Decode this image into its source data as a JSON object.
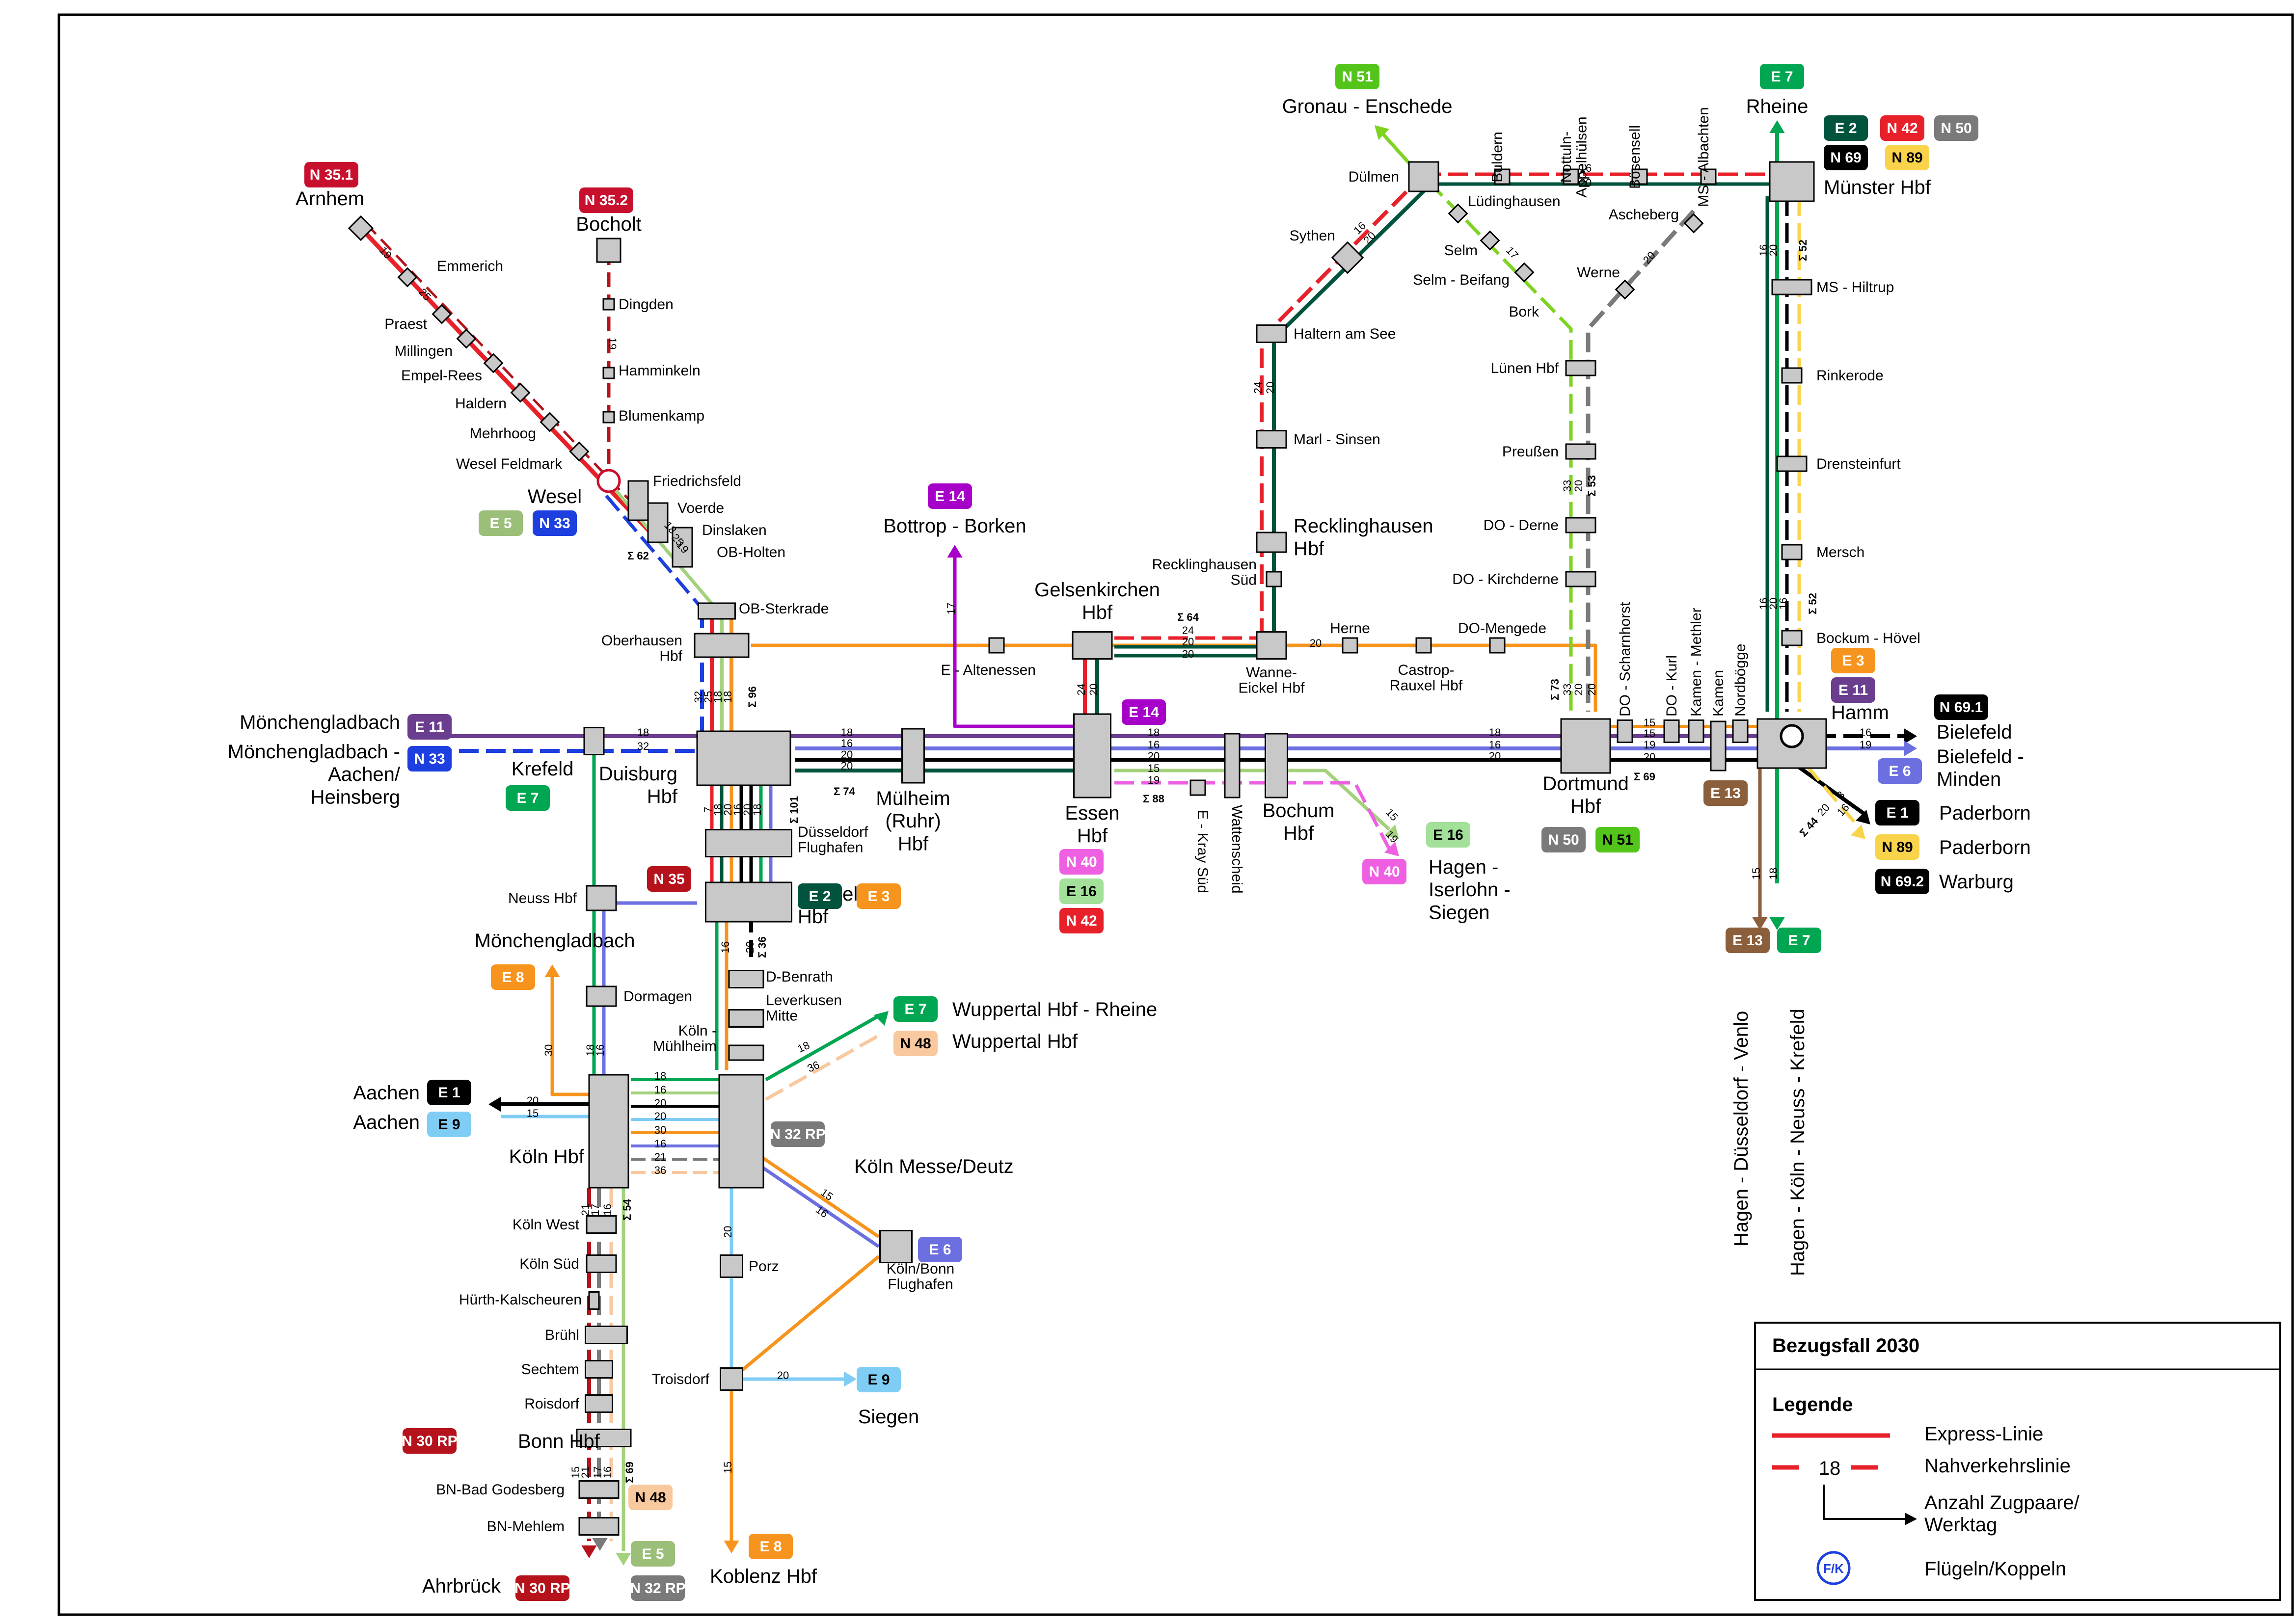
{
  "legend": {
    "title": "Bezugsfall 2030",
    "heading": "Legende",
    "express": "Express-Linie",
    "nahverkehr": "Nahverkehrslinie",
    "sample_number": "18",
    "anzahl": "Anzahl Zugpaare/\nWerktag",
    "fk_symbol": "F/K",
    "fk_label": "Flügeln/Koppeln"
  },
  "colors": {
    "express_red": "#e8202a",
    "darkgreen": "#00533c",
    "green": "#00a651",
    "lightgreen": "#a3d17c",
    "yellowgreen": "#7ed321",
    "purple": "#6a3d8f",
    "magenta": "#a700c8",
    "pink": "#ee5fe1",
    "blue": "#1d3fe0",
    "periwinkle": "#6b6fe0",
    "lightblue": "#7fcdf5",
    "orange": "#f7941d",
    "peach": "#f8c89e",
    "brown": "#8b5e3c",
    "darkred": "#b5121b",
    "gray": "#7a7a7a",
    "yellow": "#f9d44a",
    "black": "#000000"
  },
  "badges": [
    {
      "id": "N 35.1",
      "label": "N 35.1",
      "color": "#c8102e",
      "text": "#fff"
    },
    {
      "id": "N 35.2",
      "label": "N 35.2",
      "color": "#c8102e",
      "text": "#fff"
    },
    {
      "id": "E 5 Wesel",
      "label": "E 5",
      "color": "#9bbf78",
      "text": "#fff"
    },
    {
      "id": "N 33 Wesel",
      "label": "N 33",
      "color": "#1d3fe0",
      "text": "#fff"
    },
    {
      "id": "E 14 top",
      "label": "E 14",
      "color": "#a700c8",
      "text": "#fff"
    },
    {
      "id": "N 51 top",
      "label": "N 51",
      "color": "#52c41a",
      "text": "#fff"
    },
    {
      "id": "E 7 top",
      "label": "E 7",
      "color": "#00a651",
      "text": "#fff"
    },
    {
      "id": "E 2 ms",
      "label": "E 2",
      "color": "#00533c",
      "text": "#fff"
    },
    {
      "id": "N 42 ms",
      "label": "N 42",
      "color": "#e8202a",
      "text": "#fff"
    },
    {
      "id": "N 50 ms",
      "label": "N 50",
      "color": "#7a7a7a",
      "text": "#fff"
    },
    {
      "id": "N 69 ms",
      "label": "N 69",
      "color": "#000000",
      "text": "#fff"
    },
    {
      "id": "N 89 ms",
      "label": "N 89",
      "color": "#f9d44a",
      "text": "#000"
    },
    {
      "id": "E 11 left",
      "label": "E 11",
      "color": "#6a3d8f",
      "text": "#fff"
    },
    {
      "id": "N 33 left",
      "label": "N 33",
      "color": "#1d3fe0",
      "text": "#fff"
    },
    {
      "id": "E 7 krefeld",
      "label": "E 7",
      "color": "#00a651",
      "text": "#fff"
    },
    {
      "id": "E 14 essen",
      "label": "E 14",
      "color": "#a700c8",
      "text": "#fff"
    },
    {
      "id": "N 40 essen",
      "label": "N 40",
      "color": "#ee5fe1",
      "text": "#fff"
    },
    {
      "id": "E 16 essen",
      "label": "E 16",
      "color": "#a3e09a",
      "text": "#000"
    },
    {
      "id": "N 42 essen",
      "label": "N 42",
      "color": "#e8202a",
      "text": "#fff"
    },
    {
      "id": "E 16 hagen",
      "label": "E 16",
      "color": "#a3e09a",
      "text": "#000"
    },
    {
      "id": "N 40 hagen",
      "label": "N 40",
      "color": "#ee5fe1",
      "text": "#fff"
    },
    {
      "id": "N 50 do",
      "label": "N 50",
      "color": "#7a7a7a",
      "text": "#fff"
    },
    {
      "id": "N 51 do",
      "label": "N 51",
      "color": "#52c41a",
      "text": "#000"
    },
    {
      "id": "E 3 hamm",
      "label": "E 3",
      "color": "#f7941d",
      "text": "#fff"
    },
    {
      "id": "E 11 hamm",
      "label": "E 11",
      "color": "#6a3d8f",
      "text": "#fff"
    },
    {
      "id": "N 69.1",
      "label": "N 69.1",
      "color": "#000000",
      "text": "#fff"
    },
    {
      "id": "E 6 hamm",
      "label": "E 6",
      "color": "#6b6fe0",
      "text": "#fff"
    },
    {
      "id": "E 13 hamm",
      "label": "E 13",
      "color": "#8b5e3c",
      "text": "#fff"
    },
    {
      "id": "E 1 hamm",
      "label": "E 1",
      "color": "#000000",
      "text": "#fff"
    },
    {
      "id": "N 89 hamm",
      "label": "N 89",
      "color": "#f9d44a",
      "text": "#000"
    },
    {
      "id": "N 69.2",
      "label": "N 69.2",
      "color": "#000000",
      "text": "#fff"
    },
    {
      "id": "E 13 bottom",
      "label": "E 13",
      "color": "#8b5e3c",
      "text": "#fff"
    },
    {
      "id": "E 7 bottom",
      "label": "E 7",
      "color": "#00a651",
      "text": "#fff"
    },
    {
      "id": "N 35",
      "label": "N 35",
      "color": "#b5121b",
      "text": "#fff"
    },
    {
      "id": "E 2 dus",
      "label": "E 2",
      "color": "#00533c",
      "text": "#fff"
    },
    {
      "id": "E 3 dus",
      "label": "E 3",
      "color": "#f7941d",
      "text": "#fff"
    },
    {
      "id": "E 8 mg",
      "label": "E 8",
      "color": "#f7941d",
      "text": "#fff"
    },
    {
      "id": "E 7 wup",
      "label": "E 7",
      "color": "#00a651",
      "text": "#fff"
    },
    {
      "id": "N 48 wup",
      "label": "N 48",
      "color": "#f8c89e",
      "text": "#000"
    },
    {
      "id": "E 1 aachen",
      "label": "E 1",
      "color": "#000000",
      "text": "#fff"
    },
    {
      "id": "E 9 aachen",
      "label": "E 9",
      "color": "#7fcdf5",
      "text": "#000"
    },
    {
      "id": "N 32 RP",
      "label": "N 32 RP",
      "color": "#7a7a7a",
      "text": "#fff"
    },
    {
      "id": "E 6 flughafen",
      "label": "E 6",
      "color": "#6b6fe0",
      "text": "#fff"
    },
    {
      "id": "E 9 siegen",
      "label": "E 9",
      "color": "#7fcdf5",
      "text": "#000"
    },
    {
      "id": "N 30 RP bonn",
      "label": "N 30 RP",
      "color": "#b5121b",
      "text": "#fff"
    },
    {
      "id": "N 48 bonn",
      "label": "N 48",
      "color": "#f8c89e",
      "text": "#000"
    },
    {
      "id": "E 5 bottom",
      "label": "E 5",
      "color": "#9bbf78",
      "text": "#fff"
    },
    {
      "id": "N 30 RP bottom",
      "label": "N 30 RP",
      "color": "#b5121b",
      "text": "#fff"
    },
    {
      "id": "N 32 RP bottom",
      "label": "N 32 RP",
      "color": "#7a7a7a",
      "text": "#fff"
    },
    {
      "id": "E 8 koblenz",
      "label": "E 8",
      "color": "#f7941d",
      "text": "#fff"
    }
  ],
  "stations": {
    "arnhem": "Arnhem",
    "emmerich": "Emmerich",
    "praest": "Praest",
    "millingen": "Millingen",
    "empel": "Empel-Rees",
    "haldern": "Haldern",
    "mehrhoog": "Mehrhoog",
    "wesel_feldmark": "Wesel Feldmark",
    "wesel": "Wesel",
    "friedrichsfeld": "Friedrichsfeld",
    "voerde": "Voerde",
    "dinslaken": "Dinslaken",
    "ob_holten": "OB-Holten",
    "ob_sterkrade": "OB-Sterkrade",
    "oberhausen": "Oberhausen\nHbf",
    "bocholt": "Bocholt",
    "dingden": "Dingden",
    "hamminkeln": "Hamminkeln",
    "blumenkamp": "Blumenkamp",
    "bottrop": "Bottrop - Borken",
    "gelsenkirchen": "Gelsenkirchen\nHbf",
    "e_altenessen": "E - Altenessen",
    "gronau": "Gronau - Enschede",
    "duelmen": "Dülmen",
    "buldern": "Buldern",
    "nottuln": "Nottuln-\nAppelhülsen",
    "boesensell": "Bösensell",
    "ms_albachten": "MS - Albachten",
    "rheine": "Rheine",
    "muenster": "Münster Hbf",
    "luedinghausen": "Lüdinghausen",
    "selm": "Selm",
    "selm_beifang": "Selm - Beifang",
    "bork": "Bork",
    "werne": "Werne",
    "ascheberg": "Ascheberg",
    "sythen": "Sythen",
    "haltern": "Haltern am See",
    "marl": "Marl - Sinsen",
    "recklinghausen": "Recklinghausen\nHbf",
    "recklinghausen_sued": "Recklinghausen\nSüd",
    "wanne": "Wanne-\nEickel Hbf",
    "herne": "Herne",
    "castrop": "Castrop-\nRauxel Hbf",
    "do_mengede": "DO-Mengede",
    "luenen": "Lünen Hbf",
    "preussen": "Preußen",
    "do_derne": "DO - Derne",
    "do_kirchderne": "DO - Kirchderne",
    "ms_hiltrup": "MS - Hiltrup",
    "rinkerode": "Rinkerode",
    "drensteinfurt": "Drensteinfurt",
    "mersch": "Mersch",
    "bockum": "Bockum - Hövel",
    "hamm": "Hamm",
    "moenchengladbach": "Mönchengladbach",
    "mg_aachen": "Mönchengladbach -\nAachen/\nHeinsberg",
    "krefeld": "Krefeld",
    "duisburg": "Duisburg\nHbf",
    "muelheim": "Mülheim\n(Ruhr)\nHbf",
    "essen": "Essen\nHbf",
    "e_kray": "E - Kray Süd",
    "wattenscheid": "Wattenscheid",
    "bochum": "Bochum\nHbf",
    "hagen": "Hagen -\nIserlohn -\nSiegen",
    "dortmund": "Dortmund\nHbf",
    "do_scharnhorst": "DO - Scharnhorst",
    "do_kurl": "DO - Kurl",
    "kamen_methler": "Kamen - Methler",
    "kamen": "Kamen",
    "nordboegge": "Nordbögge",
    "bielefeld": "Bielefeld",
    "bielefeld_minden": "Bielefeld -\nMinden",
    "paderborn1": "Paderborn",
    "paderborn2": "Paderborn",
    "warburg": "Warburg",
    "hagen_venlo": "Hagen - Düsseldorf - Venlo",
    "hagen_krefeld": "Hagen - Köln - Neuss - Krefeld",
    "duesseldorf_flughafen": "Düsseldorf\nFlughafen",
    "duesseldorf": "Düsseldorf\nHbf",
    "neuss": "Neuss Hbf",
    "mg2": "Mönchengladbach",
    "dormagen": "Dormagen",
    "d_benrath": "D-Benrath",
    "leverkusen": "Leverkusen\nMitte",
    "koeln_muelheim": "Köln -\nMühlheim",
    "wuppertal_rheine": "Wuppertal Hbf - Rheine",
    "wuppertal": "Wuppertal Hbf",
    "aachen1": "Aachen",
    "aachen2": "Aachen",
    "koeln": "Köln Hbf",
    "koeln_messe": "Köln Messe/Deutz",
    "flughafen": "Köln/Bonn\nFlughafen",
    "koeln_west": "Köln West",
    "koeln_sued": "Köln Süd",
    "huerth": "Hürth-Kalscheuren",
    "bruehl": "Brühl",
    "sechtem": "Sechtem",
    "roisdorf": "Roisdorf",
    "bonn": "Bonn Hbf",
    "bn_godesberg": "BN-Bad Godesberg",
    "bn_mehlem": "BN-Mehlem",
    "ahrbrueck": "Ahrbrück",
    "porz": "Porz",
    "troisdorf": "Troisdorf",
    "siegen": "Siegen",
    "koblenz": "Koblenz Hbf"
  },
  "numbers": [
    "19",
    "25",
    "19",
    "18",
    "25",
    "19",
    "Σ 62",
    "32",
    "25",
    "18",
    "18",
    "Σ 96",
    "18",
    "32",
    "18",
    "16",
    "20",
    "20",
    "Σ 74",
    "7",
    "18",
    "20",
    "16",
    "20",
    "18",
    "Σ 101",
    "16",
    "20",
    "Σ 36",
    "17",
    "Σ 64",
    "24",
    "20",
    "20",
    "20",
    "24",
    "20",
    "16",
    "20",
    "16",
    "20",
    "17",
    "20",
    "24",
    "20",
    "18",
    "16",
    "20",
    "15",
    "19",
    "Σ 88",
    "18",
    "16",
    "20",
    "Σ 69",
    "15",
    "15",
    "19",
    "20",
    "16",
    "19",
    "15",
    "19",
    "33",
    "20",
    "Σ 53",
    "33",
    "20",
    "20",
    "Σ 73",
    "16",
    "20",
    "Σ 52",
    "16",
    "20",
    "16",
    "Σ 52",
    "8",
    "20",
    "16",
    "Σ 44",
    "15",
    "18",
    "18",
    "16",
    "30",
    "18",
    "36",
    "18",
    "16",
    "20",
    "20",
    "30",
    "16",
    "21",
    "36",
    "20",
    "15",
    "21",
    "17",
    "16",
    "Σ 54",
    "20",
    "15",
    "16",
    "20",
    "15",
    "15",
    "21",
    "17",
    "16",
    "Σ 69"
  ]
}
